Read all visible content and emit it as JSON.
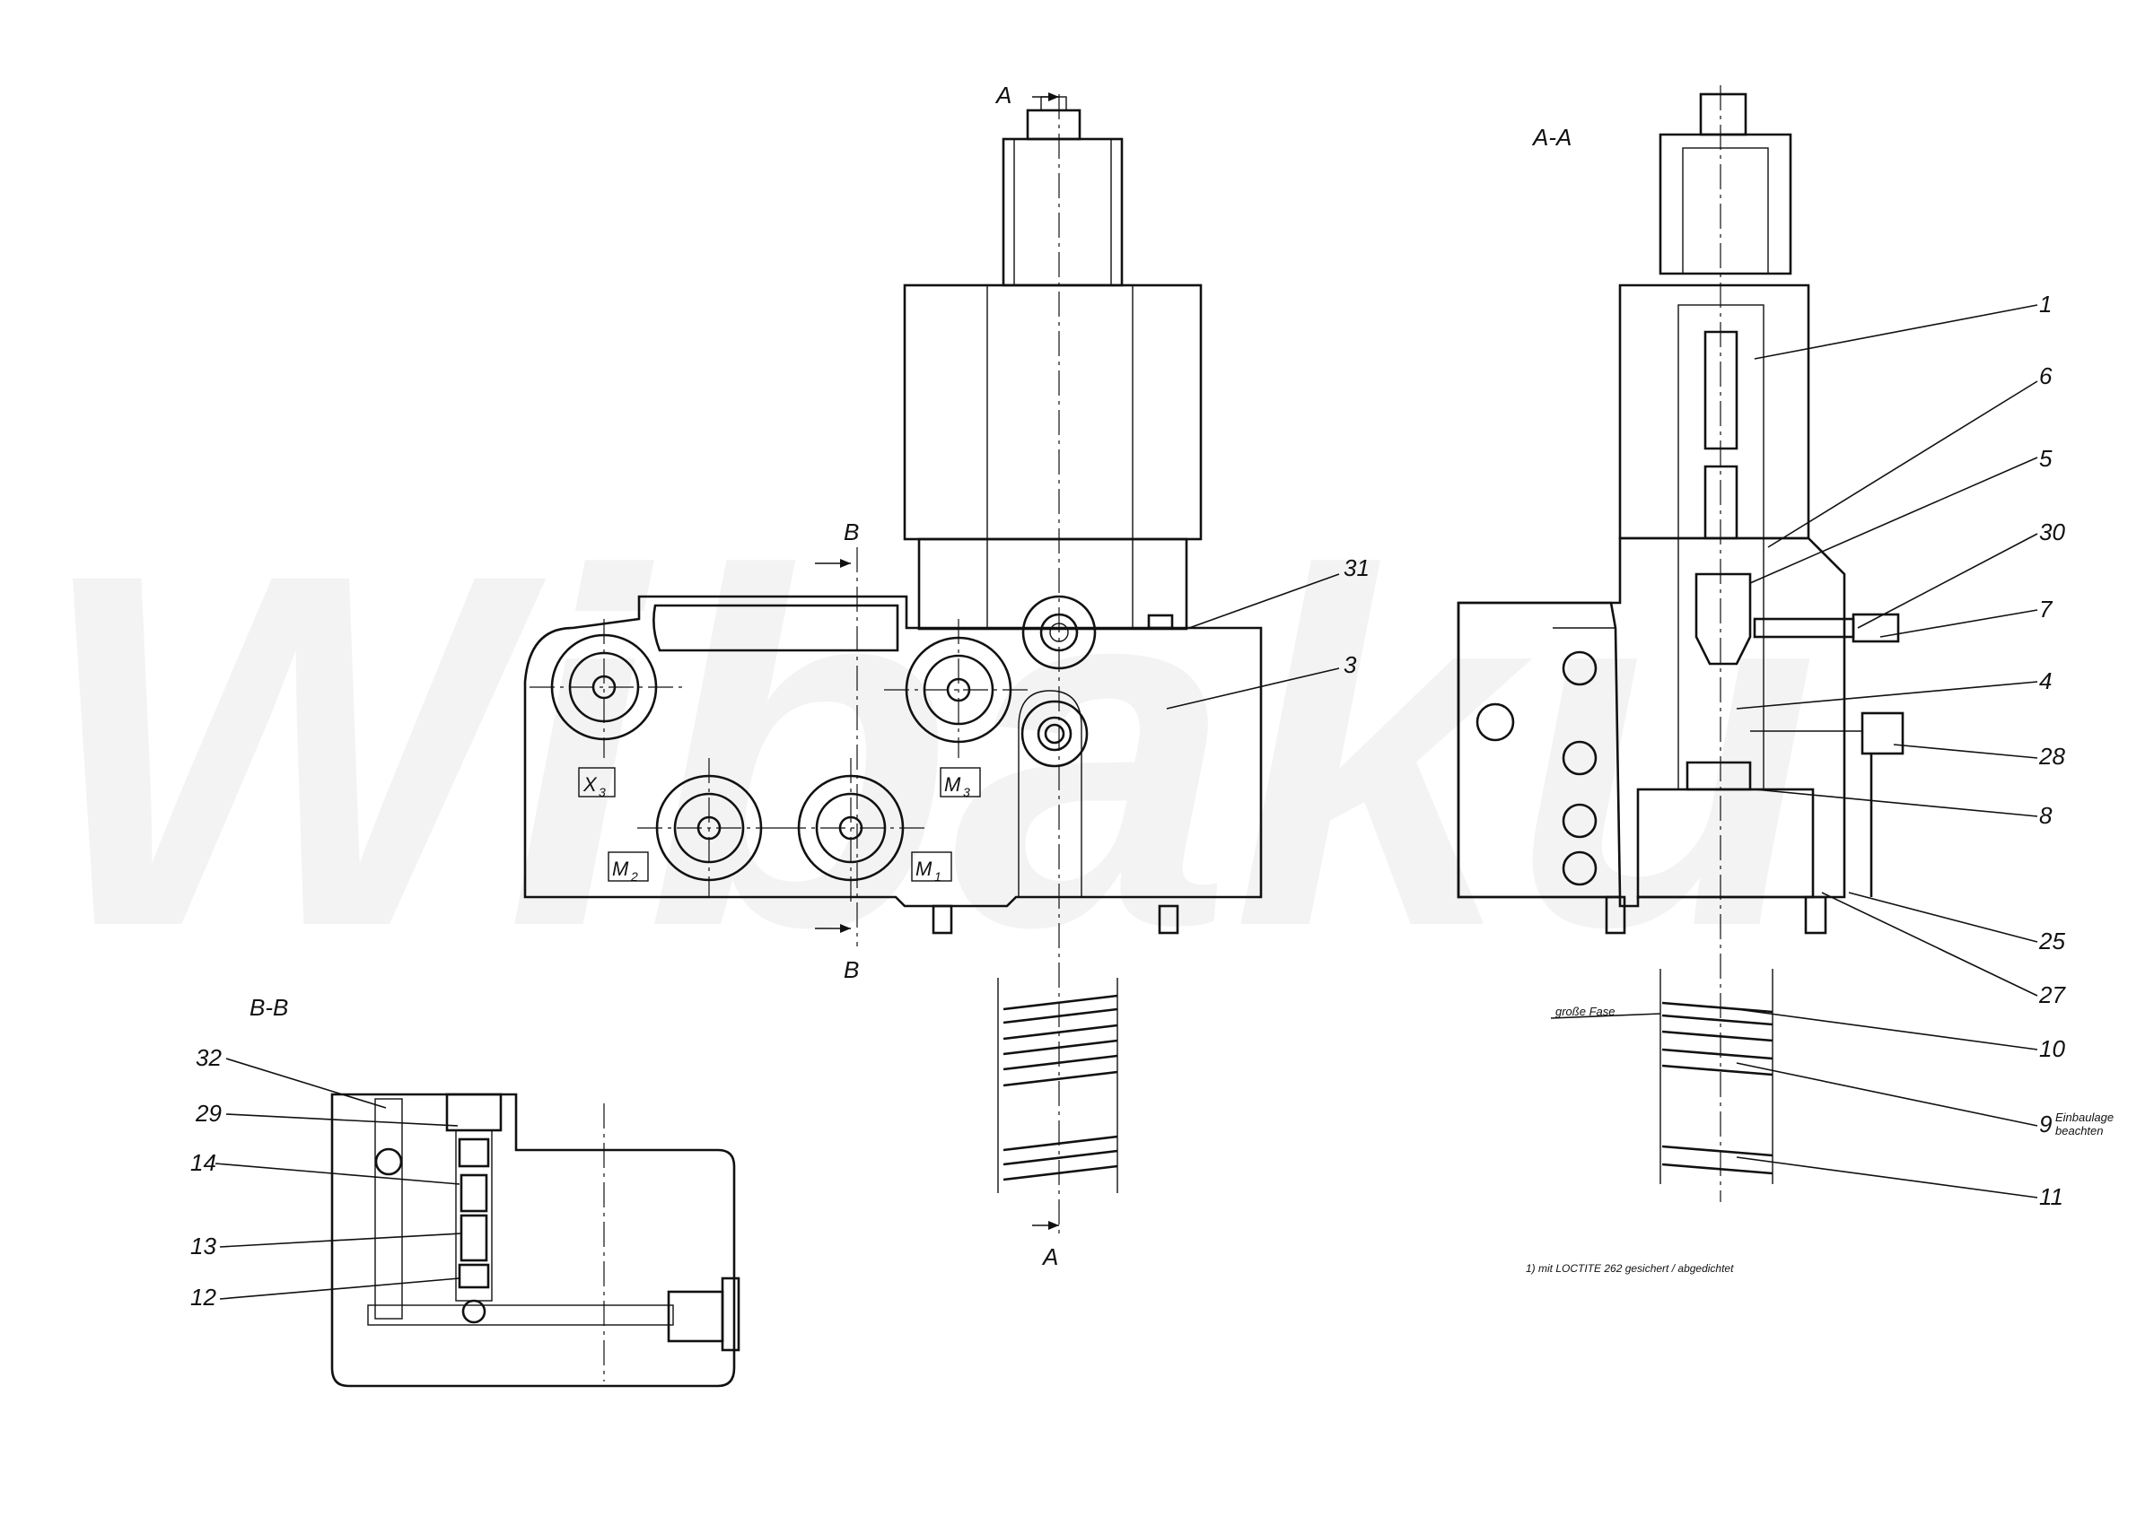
{
  "watermark": "Wibaku",
  "section_labels": {
    "a_top": "A",
    "a_bottom": "A",
    "b_top": "B",
    "b_bottom": "B",
    "view_aa": "A-A",
    "view_bb": "B-B"
  },
  "ports": [
    {
      "id": "x3",
      "letter": "X",
      "sub": "3"
    },
    {
      "id": "m3",
      "letter": "M",
      "sub": "3"
    },
    {
      "id": "m2",
      "letter": "M",
      "sub": "2"
    },
    {
      "id": "m1",
      "letter": "M",
      "sub": "1"
    }
  ],
  "part_numbers": {
    "p31": "31",
    "p3": "3",
    "p1": "1",
    "p6": "6",
    "p5": "5",
    "p30": "30",
    "p7": "7",
    "p4": "4",
    "p28": "28",
    "p8": "8",
    "p25": "25",
    "p27": "27",
    "p10": "10",
    "p9": "9",
    "p11": "11",
    "p32": "32",
    "p29": "29",
    "p14": "14",
    "p13": "13",
    "p12": "12"
  },
  "annotations": {
    "grosse_fase": "große Fase",
    "einbaulage_1": "Einbaulage",
    "einbaulage_2": "beachten",
    "footnote": "1) mit LOCTITE   262  gesichert / abgedichtet"
  }
}
